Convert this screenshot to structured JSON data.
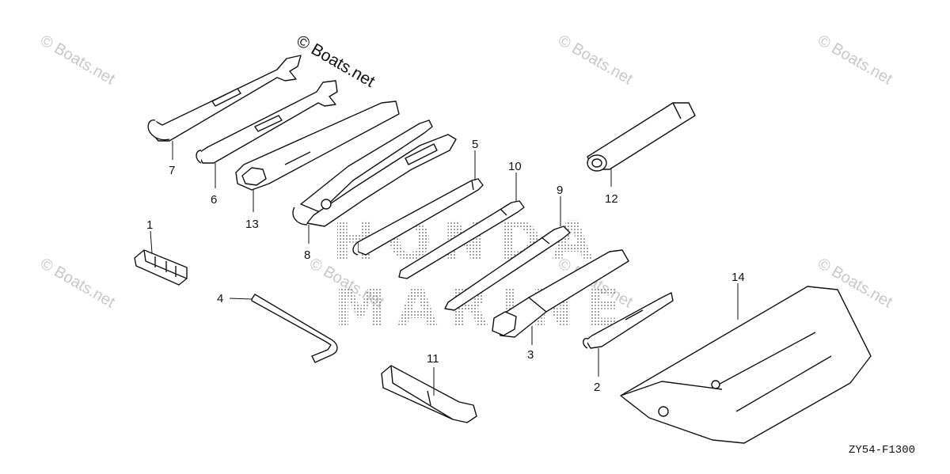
{
  "watermark_main": "© Boats.net",
  "watermark_faint": "© Boats.net",
  "brand_line1": "HONDA",
  "brand_line2": "MARINE",
  "diagram_code": "ZY54-F1300",
  "callouts": [
    "1",
    "2",
    "3",
    "4",
    "5",
    "6",
    "7",
    "8",
    "9",
    "10",
    "11",
    "12",
    "13",
    "14"
  ]
}
